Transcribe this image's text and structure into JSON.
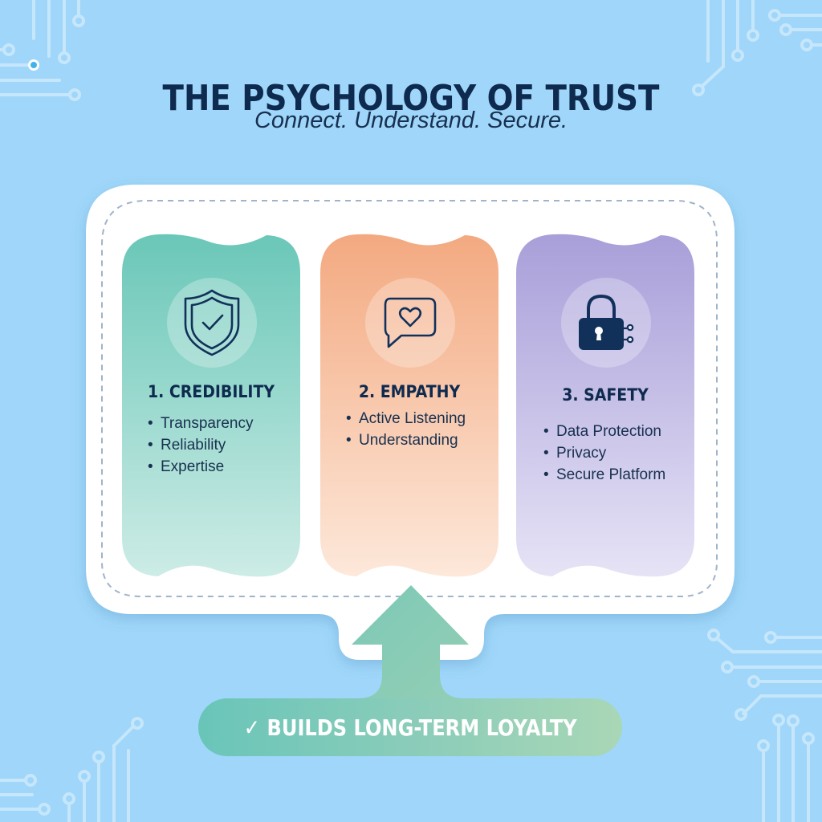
{
  "header": {
    "title": "THE PSYCHOLOGY OF TRUST",
    "subtitle": "Connect. Understand. Secure."
  },
  "panels": [
    {
      "title": "1. CREDIBILITY",
      "icon": "shield-check-icon",
      "color_top": "#6ac7b8",
      "color_bottom": "#c8ebe4",
      "items": [
        "Transparency",
        "Reliability",
        "Expertise"
      ]
    },
    {
      "title": "2. EMPATHY",
      "icon": "chat-heart-icon",
      "color_top": "#f3ab83",
      "color_bottom": "#fde6d8",
      "items": [
        "Active Listening",
        "Understanding"
      ]
    },
    {
      "title": "3. SAFETY",
      "icon": "padlock-circuit-icon",
      "color_top": "#a89fd9",
      "color_bottom": "#e5e1f5",
      "items": [
        "Data Protection",
        "Privacy",
        "Secure Platform"
      ]
    }
  ],
  "outcome": {
    "check": "✓",
    "label": "BUILDS LONG-TERM LOYALTY"
  },
  "colors": {
    "background": "#9fd6f9",
    "text_dark": "#0e2a4e",
    "arrow": "#86c9b5",
    "dashed_border": "#9fb4c9"
  }
}
